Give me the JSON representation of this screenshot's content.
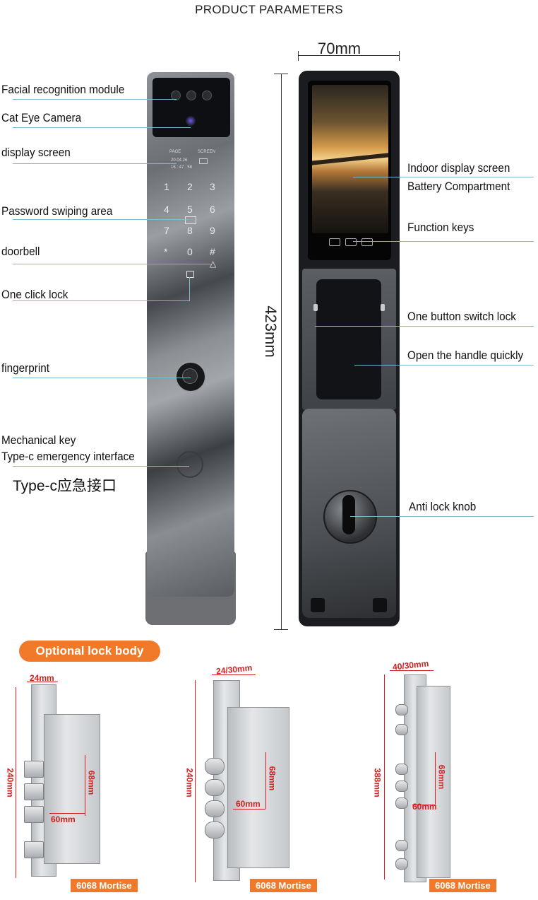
{
  "title": "PRODUCT PARAMETERS",
  "front_labels": [
    "Facial recognition module",
    "Cat Eye Camera",
    "display screen",
    "Password swiping area",
    "doorbell",
    "One click lock",
    "fingerprint",
    "Mechanical key",
    "Type-c emergency interface"
  ],
  "front_chinese_label": "Type-c应急接口",
  "rear_labels": [
    "Indoor display screen",
    "Battery Compartment",
    "Function keys",
    "One button switch lock",
    "Open the handle quickly",
    "Anti lock knob"
  ],
  "width_dim": "70mm",
  "height_dim": "423mm",
  "keypad_keys": [
    "1",
    "2",
    "3",
    "4",
    "5",
    "6",
    "7",
    "8",
    "9",
    "*",
    "0",
    "#"
  ],
  "optional_section": {
    "title": "Optional lock body",
    "bodies": [
      {
        "top_dim": "24mm",
        "height_dim": "240mm",
        "v_dim": "68mm",
        "h_dim": "60mm",
        "badge": "6068 Mortise"
      },
      {
        "top_dim": "24/30mm",
        "height_dim": "240mm",
        "v_dim": "68mm",
        "h_dim": "60mm",
        "badge": "6068 Mortise"
      },
      {
        "top_dim": "40/30mm",
        "height_dim": "388mm",
        "v_dim": "68mm",
        "h_dim": "60mm",
        "badge": "6068 Mortise"
      }
    ]
  },
  "colors": {
    "accent_orange": "#f07a2a",
    "label_line": "#7fb9cc",
    "dim_red": "#d02020"
  }
}
